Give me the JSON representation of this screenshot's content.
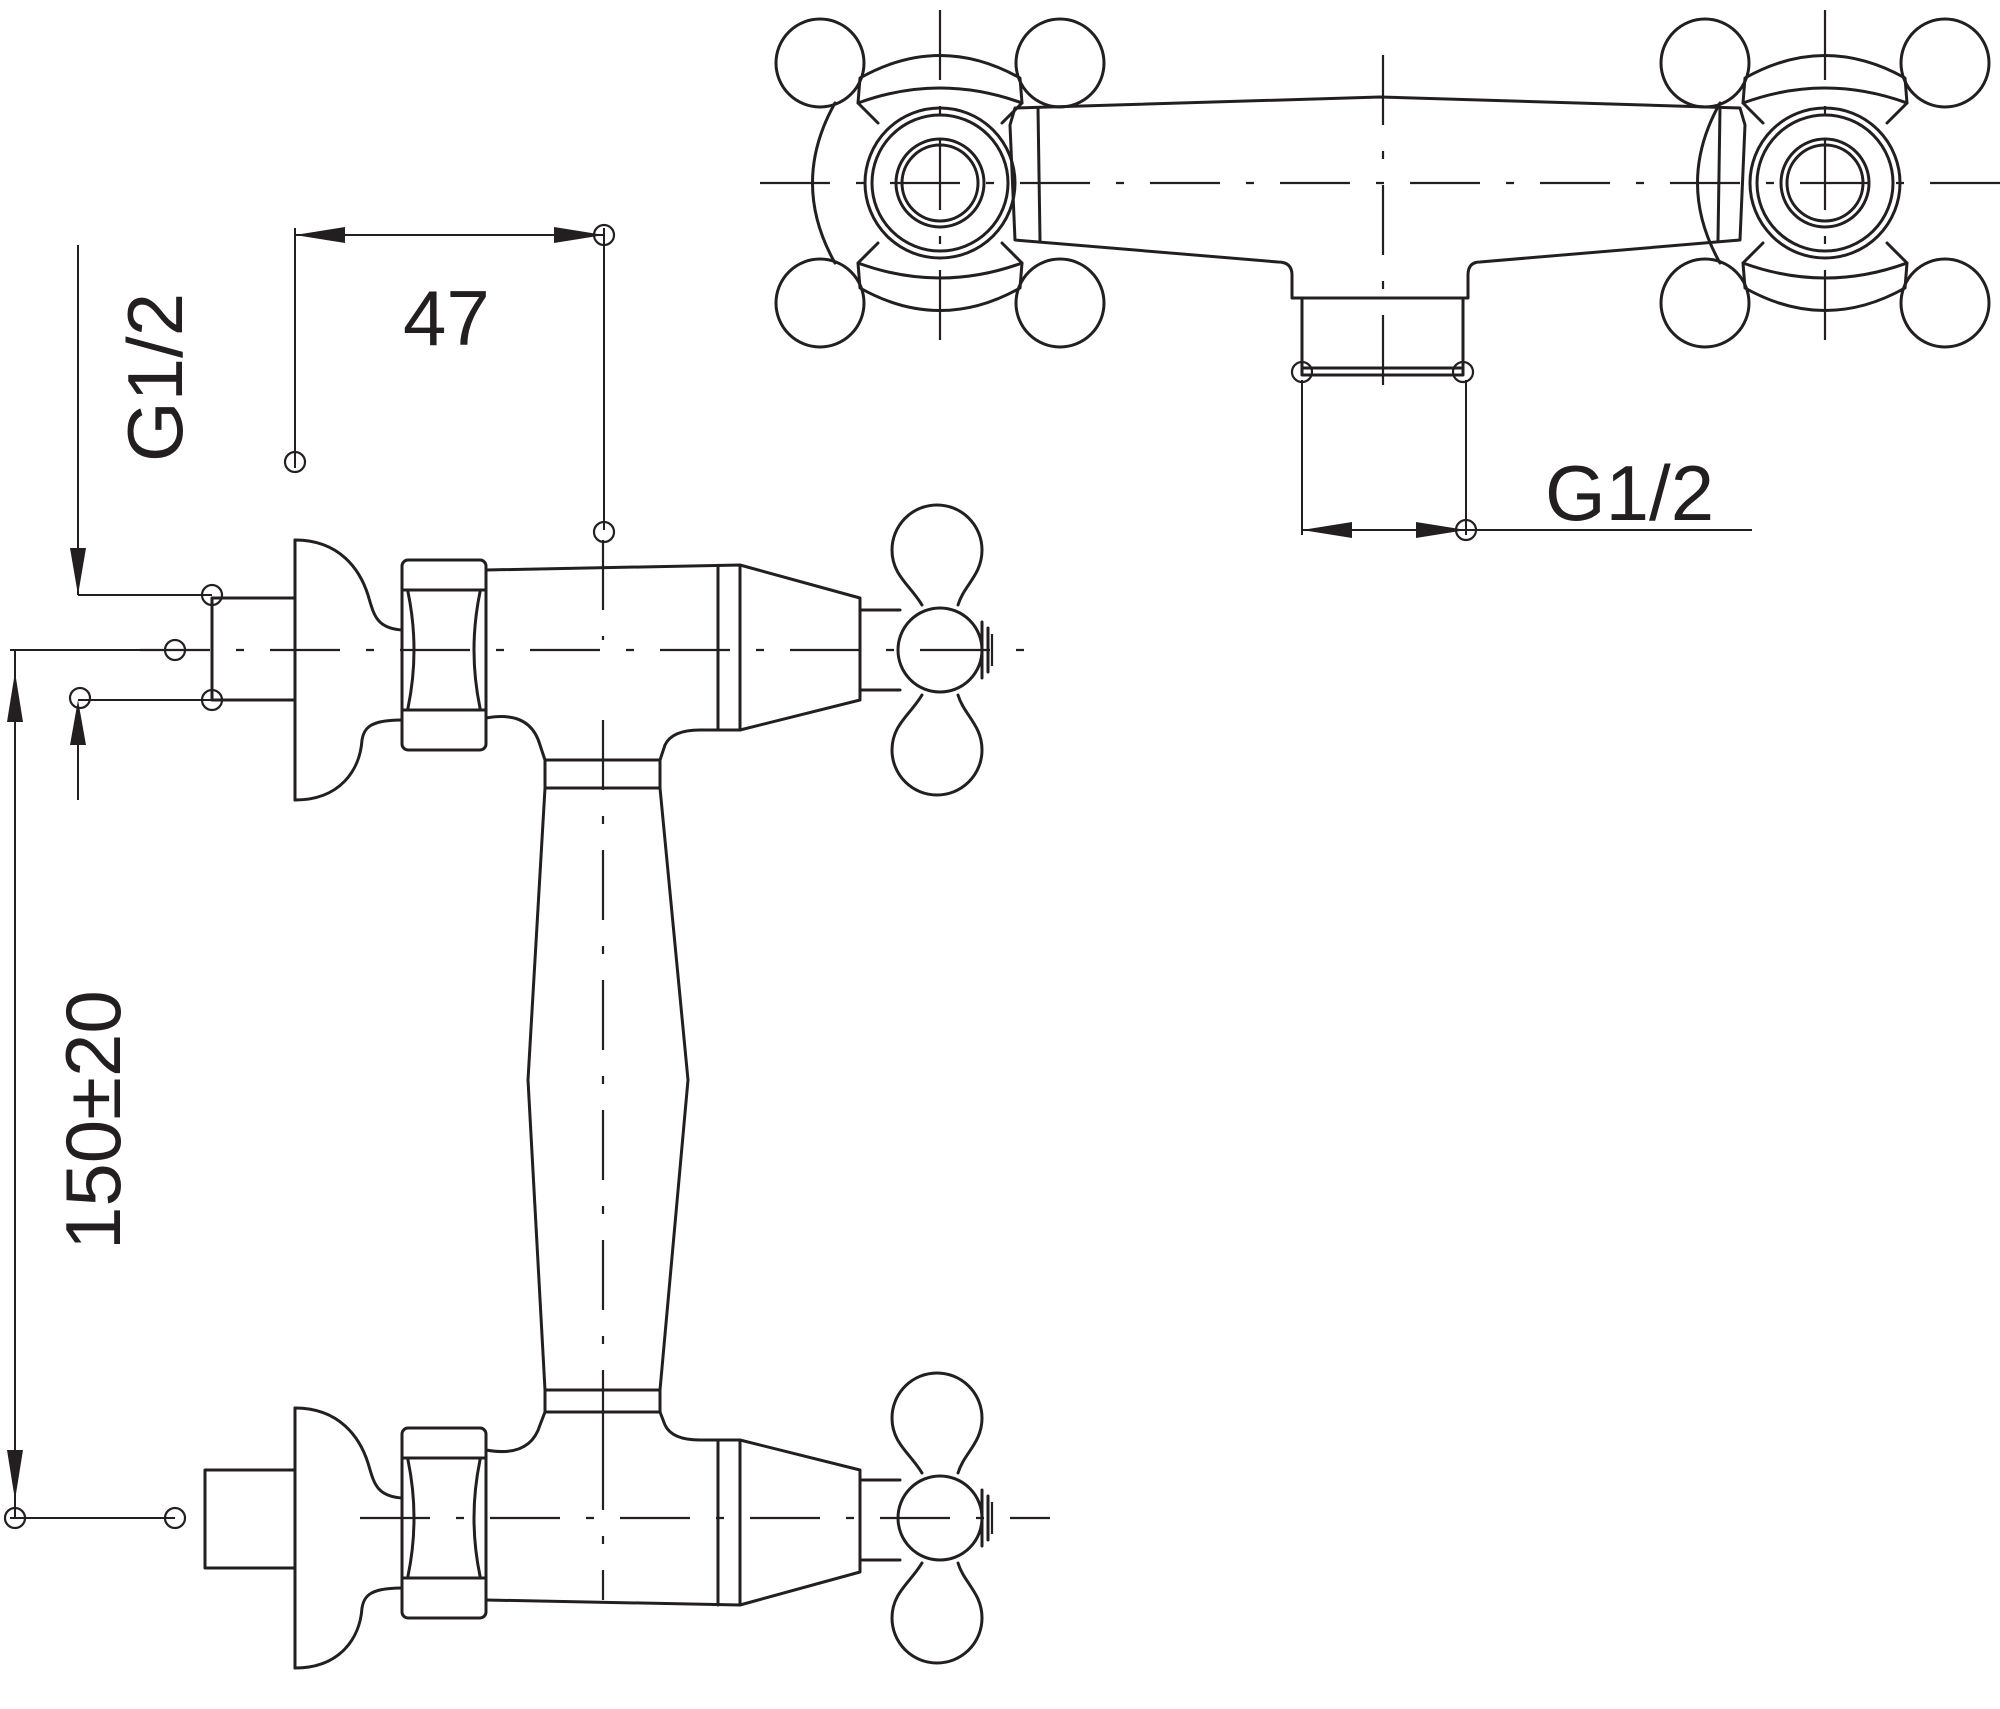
{
  "colors": {
    "line": "#231f20",
    "background": "#ffffff"
  },
  "dimensions": {
    "depth_label": "47",
    "thread_side_label": "G1/2",
    "thread_top_label": "G1/2",
    "spacing_label": "150±20"
  }
}
